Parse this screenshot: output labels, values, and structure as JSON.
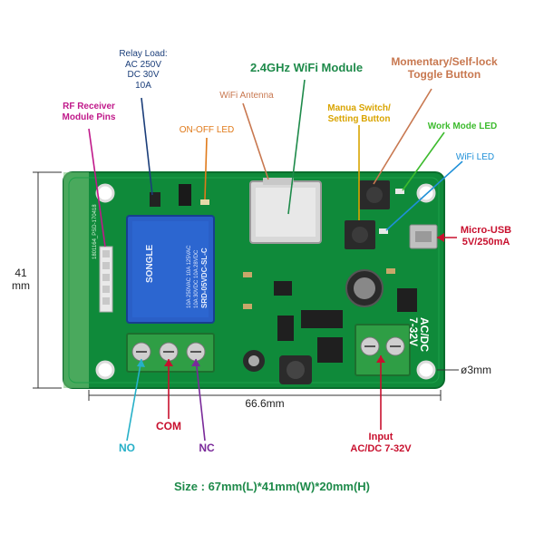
{
  "colors": {
    "relay_load": "#1b3e7a",
    "rf_receiver": "#c0198a",
    "onoff_led": "#e07a1a",
    "wifi_antenna": "#c87850",
    "wifi_module": "#1e8a4a",
    "manual_switch": "#d9a400",
    "momentary": "#c87850",
    "work_mode": "#3dbb2e",
    "wifi_led": "#1f90d8",
    "micro_usb": "#c8102e",
    "input": "#c8102e",
    "com": "#c8102e",
    "no": "#26b0c8",
    "nc": "#7a2a9a",
    "size": "#1e8a4a",
    "board": "#0f8a3a",
    "board_dark": "#0a6d2d",
    "relay_body": "#2a5fc7"
  },
  "labels": {
    "relay_load": [
      "Relay Load:",
      "AC 250V",
      "DC 30V",
      "10A"
    ],
    "rf_receiver": [
      "RF Receiver",
      "Module Pins"
    ],
    "onoff_led": [
      "ON-OFF LED"
    ],
    "wifi_antenna": [
      "WiFi Antenna"
    ],
    "wifi_module": [
      "2.4GHz WiFi Module"
    ],
    "manual_switch": [
      "Manua Switch/",
      "Setting Button"
    ],
    "momentary": [
      "Momentary/Self-lock",
      "Toggle Button"
    ],
    "work_mode": [
      "Work Mode LED"
    ],
    "wifi_led": [
      "WiFi LED"
    ],
    "micro_usb": [
      "Micro-USB",
      "5V/250mA"
    ],
    "input": [
      "Input",
      "AC/DC 7-32V"
    ],
    "com": [
      "COM"
    ],
    "no": [
      "NO"
    ],
    "nc": [
      "NC"
    ],
    "size": [
      "Size : 67mm(L)*41mm(W)*20mm(H)"
    ]
  },
  "dimensions": {
    "height": [
      "41",
      "mm"
    ],
    "width": "66.6mm",
    "hole": "ø3mm"
  },
  "board_text": {
    "relay_brand": "SONGLE",
    "relay_model": "SRD-05VDC-SL-C",
    "relay_spec": [
      "10A 250VAC 10A 125VAC",
      "10A 30VDC 10A 28VDC"
    ],
    "pcb_silk": "1801164_PSD-170418",
    "acdc_silk": [
      "AC/DC",
      "7-32V"
    ]
  }
}
